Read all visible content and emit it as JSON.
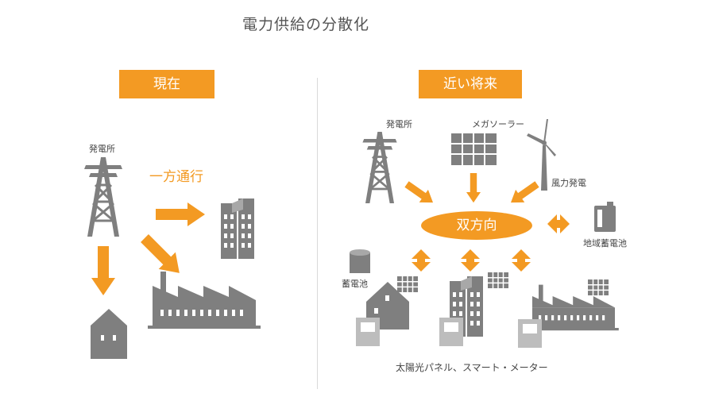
{
  "title": "電力供給の分散化",
  "left": {
    "tag": "現在",
    "plant_label": "発電所",
    "flow_label": "一方通行"
  },
  "right": {
    "tag": "近い将来",
    "plant_label": "発電所",
    "solar_label": "メガソーラー",
    "wind_label": "風力発電",
    "center_label": "双方向",
    "grid_battery_label": "地域蓄電池",
    "battery_label": "蓄電池",
    "caption": "太陽光パネル、スマート・メーター"
  },
  "colors": {
    "accent": "#f39a23",
    "gray": "#7f7f7f",
    "light_gray": "#bdbdbd"
  }
}
